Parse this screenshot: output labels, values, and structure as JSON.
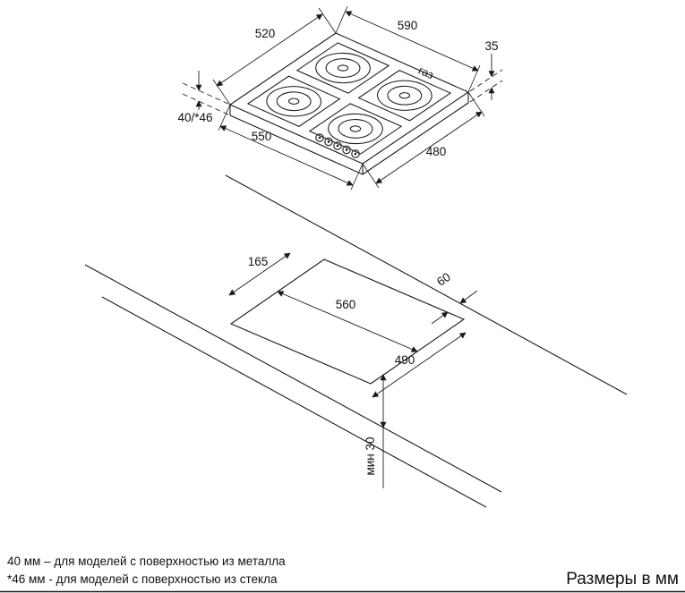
{
  "hob_view": {
    "dim_top_left": "520",
    "dim_top_right": "590",
    "dim_height_above": "35",
    "dim_body_depth": "40/*46",
    "dim_bottom_left": "550",
    "dim_bottom_right": "480",
    "gas_label": "газ"
  },
  "worktop_view": {
    "dim_side_offset": "165",
    "dim_cutout_width": "560",
    "dim_back_offset": "60",
    "dim_cutout_depth": "490",
    "dim_front_min": "мин 30"
  },
  "footer": {
    "note_metal": "40 мм – для моделей с поверхностью из металла",
    "note_glass": "*46 мм - для моделей с поверхностью из стекла",
    "units_label": "Размеры в мм"
  },
  "colors": {
    "line": "#1a1a1a",
    "text": "#111111",
    "background": "#ffffff"
  }
}
